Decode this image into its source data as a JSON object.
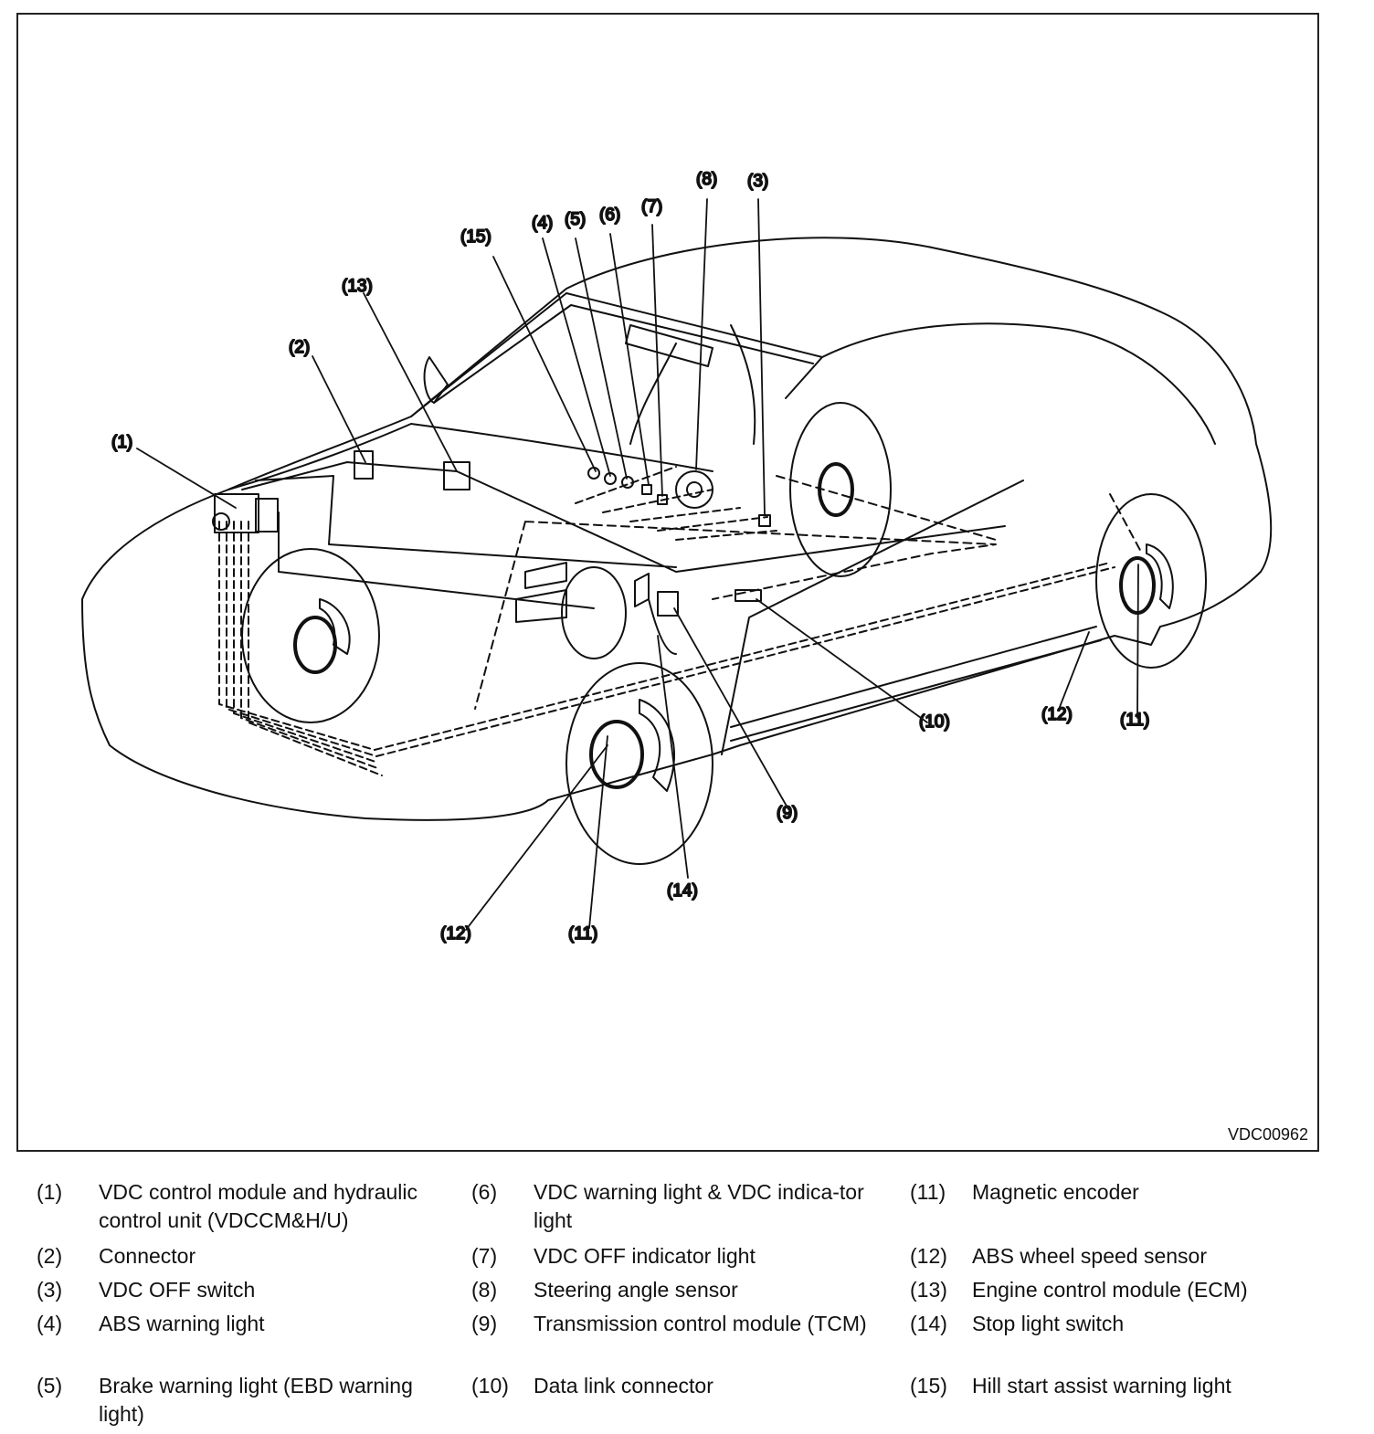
{
  "figure": {
    "id": "VDC00962",
    "callouts": [
      "(1)",
      "(2)",
      "(3)",
      "(4)",
      "(5)",
      "(6)",
      "(7)",
      "(8)",
      "(9)",
      "(10)",
      "(11)",
      "(12)",
      "(13)",
      "(14)",
      "(15)"
    ]
  },
  "legend": [
    {
      "num": "(1)",
      "text": "VDC control module and hydraulic control unit (VDCCM&H/U)"
    },
    {
      "num": "(2)",
      "text": "Connector"
    },
    {
      "num": "(3)",
      "text": "VDC OFF switch"
    },
    {
      "num": "(4)",
      "text": "ABS warning light"
    },
    {
      "num": "(5)",
      "text": "Brake warning light (EBD warning light)"
    },
    {
      "num": "(6)",
      "text": "VDC warning light & VDC indica-tor light"
    },
    {
      "num": "(7)",
      "text": "VDC OFF indicator light"
    },
    {
      "num": "(8)",
      "text": "Steering angle sensor"
    },
    {
      "num": "(9)",
      "text": "Transmission control module (TCM)"
    },
    {
      "num": "(10)",
      "text": "Data link connector"
    },
    {
      "num": "(11)",
      "text": "Magnetic encoder"
    },
    {
      "num": "(12)",
      "text": "ABS wheel speed sensor"
    },
    {
      "num": "(13)",
      "text": "Engine control module (ECM)"
    },
    {
      "num": "(14)",
      "text": "Stop light switch"
    },
    {
      "num": "(15)",
      "text": "Hill start assist warning light"
    }
  ]
}
